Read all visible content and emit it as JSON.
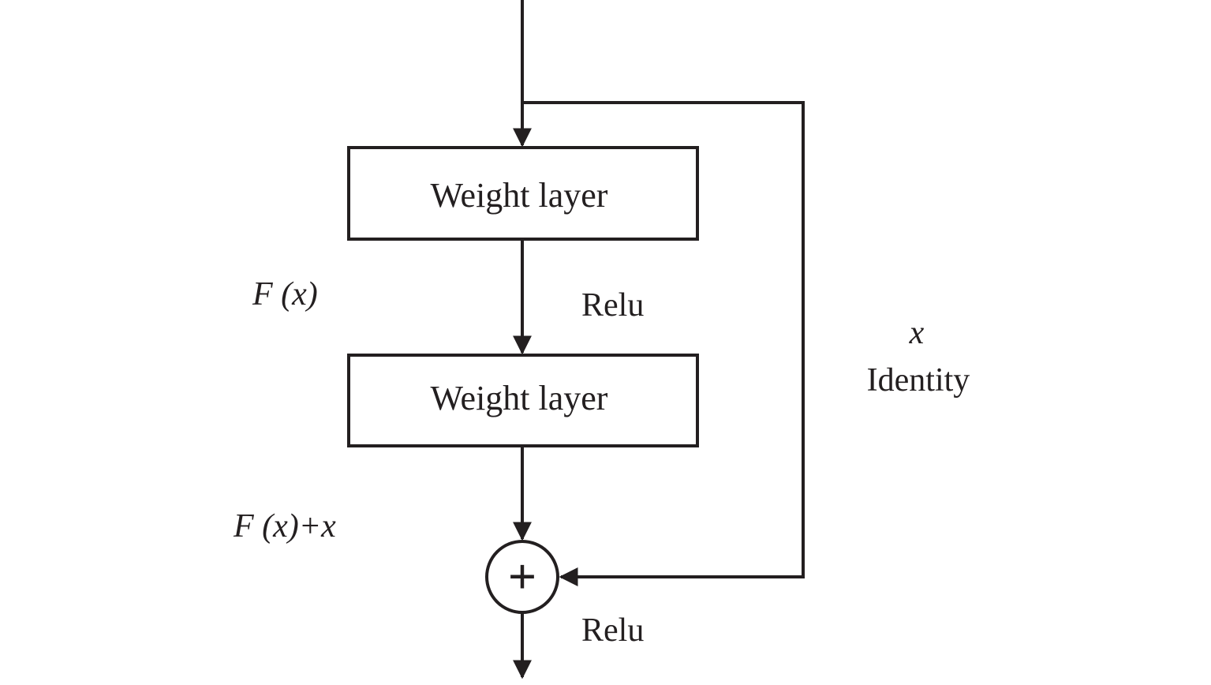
{
  "diagram": {
    "blocks": [
      {
        "label": "Weight layer"
      },
      {
        "label": "Weight layer"
      }
    ],
    "labels": {
      "fx": "F (x)",
      "relu_mid": "Relu",
      "x": "x",
      "identity": "Identity",
      "fx_plus_x": "F (x)+x",
      "relu_out": "Relu"
    },
    "adder_symbol": "+",
    "colors": {
      "stroke": "#231f20",
      "background": "#ffffff"
    }
  }
}
